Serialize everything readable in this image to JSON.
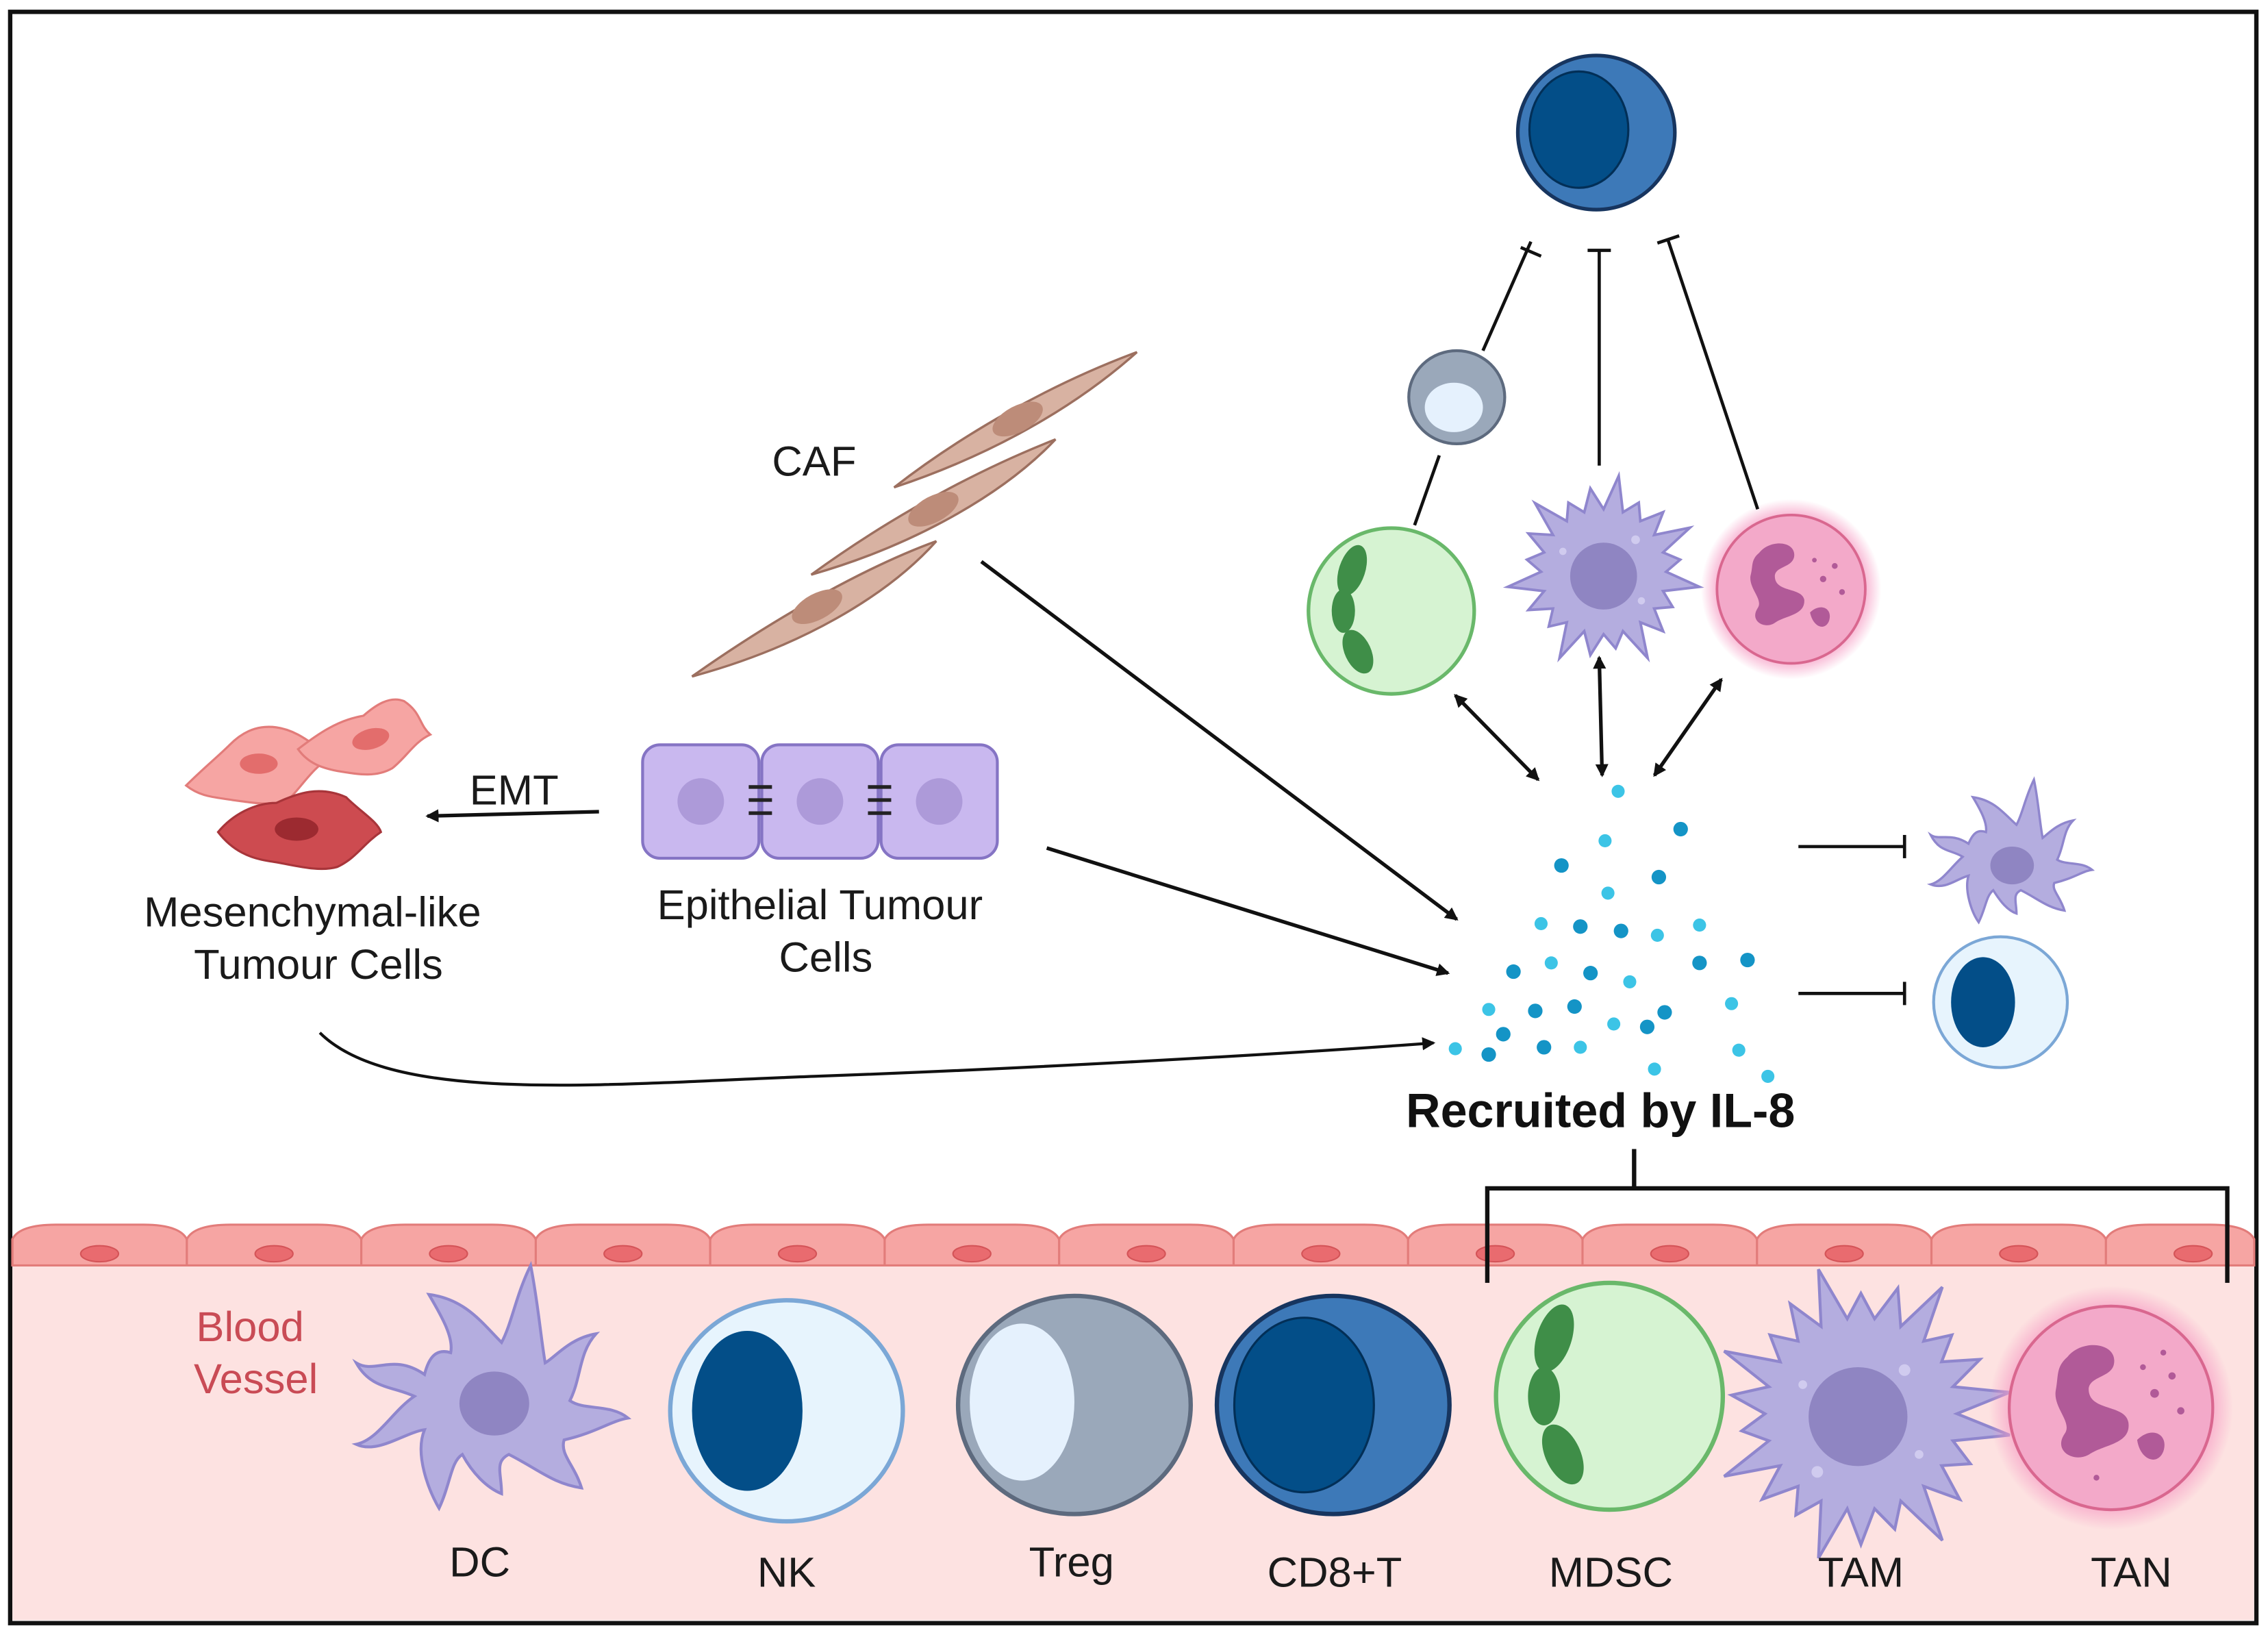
{
  "labels": {
    "caf": "CAF",
    "emt": "EMT",
    "mesenchymal_line1": "Mesenchymal-like",
    "mesenchymal_line2": "Tumour Cells",
    "epithelial_line1": "Epithelial Tumour",
    "epithelial_line2": "Cells",
    "recruited": "Recruited by IL-8",
    "blood_line1": "Blood",
    "blood_line2": "Vessel"
  },
  "vessel_cells": [
    {
      "icon": "dendritic-cell-icon",
      "label": "DC"
    },
    {
      "icon": "nk-cell-icon",
      "label": "NK"
    },
    {
      "icon": "treg-cell-icon",
      "label": "Treg"
    },
    {
      "icon": "cd8-t-cell-icon",
      "label": "CD8+T"
    },
    {
      "icon": "mdsc-cell-icon",
      "label": "MDSC"
    },
    {
      "icon": "macrophage-cell-icon",
      "label": "TAM"
    },
    {
      "icon": "neutrophil-cell-icon",
      "label": "TAN"
    }
  ],
  "colors": {
    "vessel_bg": "#fde2e1",
    "endothelium": "#f6a5a3",
    "epithelial": "#c9b8ef",
    "caf": "#d8b2a2",
    "mesenchymal": "#f28b88",
    "nk_dark": "#034e88",
    "cd8_outer": "#3d79b8",
    "treg_outer": "#9aa8ba",
    "mdsc": "#d6f3d2",
    "tam_dc": "#b4addf",
    "tan": "#f3a9c9",
    "il8_dot": "#1a9fd0",
    "vessel_label": "#c94b55"
  }
}
